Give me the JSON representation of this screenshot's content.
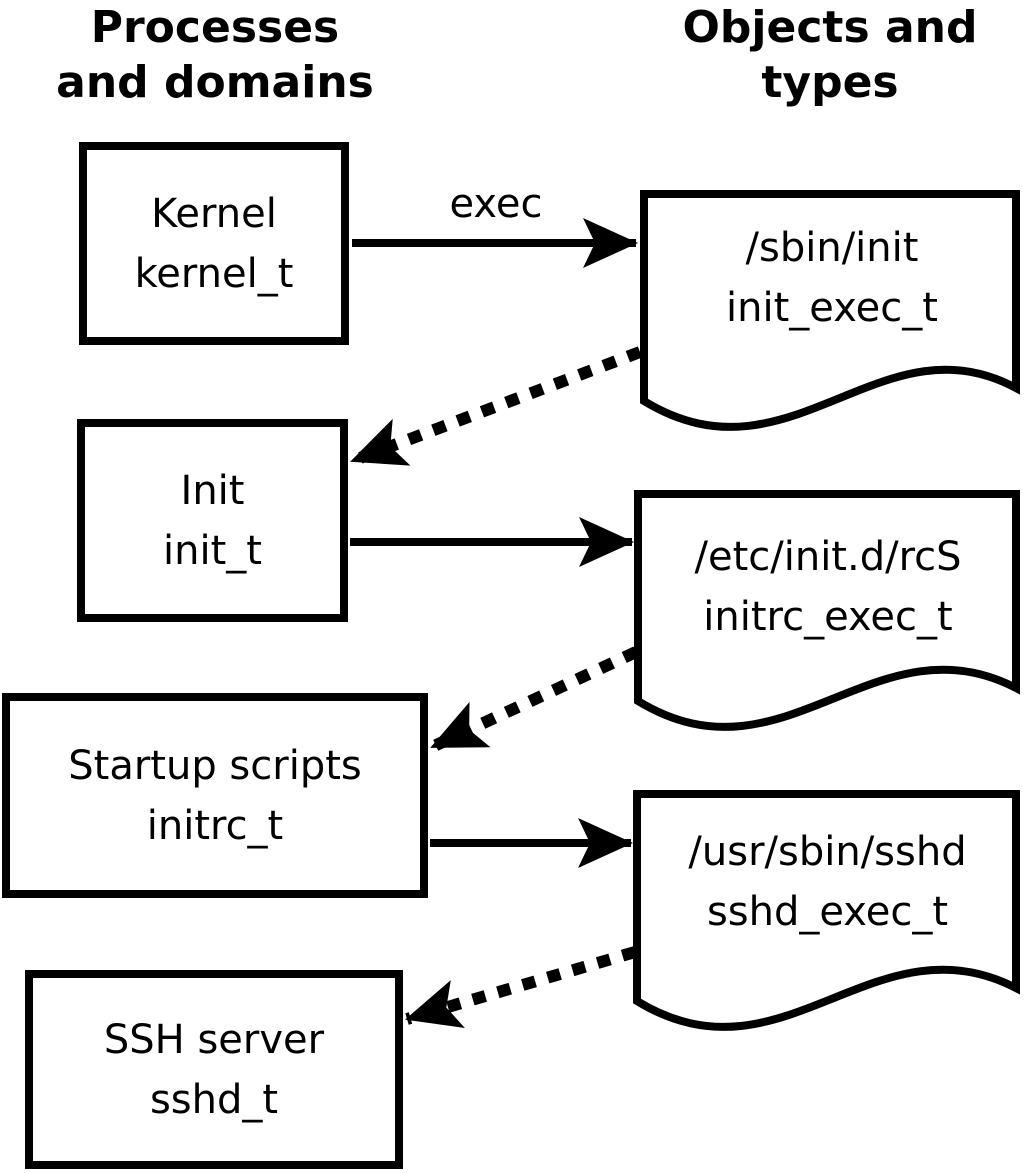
{
  "diagram": {
    "title_left": {
      "line1": "Processes",
      "line2": "and domains"
    },
    "title_right": {
      "line1": "Objects and",
      "line2": "types"
    },
    "exec_label": "exec",
    "processes": [
      {
        "label": "Kernel",
        "domain": "kernel_t"
      },
      {
        "label": "Init",
        "domain": "init_t"
      },
      {
        "label": "Startup scripts",
        "domain": "initrc_t"
      },
      {
        "label": "SSH server",
        "domain": "sshd_t"
      }
    ],
    "objects": [
      {
        "path": "/sbin/init",
        "type": "init_exec_t"
      },
      {
        "path": "/etc/init.d/rcS",
        "type": "initrc_exec_t"
      },
      {
        "path": "/usr/sbin/sshd",
        "type": "sshd_exec_t"
      }
    ],
    "colors": {
      "line": "#000000",
      "background": "#ffffff"
    }
  }
}
